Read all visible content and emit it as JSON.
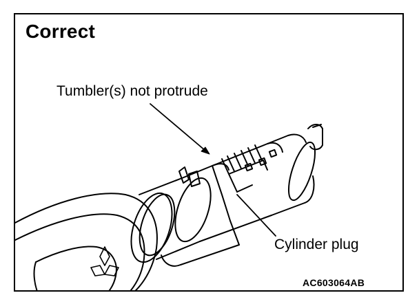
{
  "figure": {
    "title": "Correct",
    "labels": {
      "tumbler": "Tumbler(s) not protrude",
      "plug": "Cylinder plug"
    },
    "figure_code": "AC603064AB"
  },
  "colors": {
    "line": "#000000",
    "background": "#ffffff"
  },
  "icons": [
    "mitsubishi-logo-icon"
  ]
}
